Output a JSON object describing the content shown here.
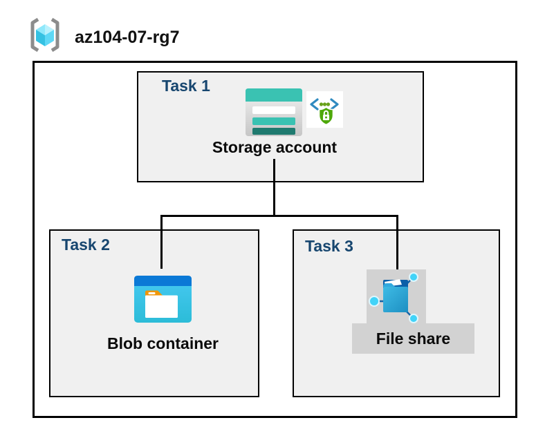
{
  "header": {
    "resource_group_name": "az104-07-rg7"
  },
  "boxes": [
    {
      "label": "Task 1",
      "resource": "Storage account"
    },
    {
      "label": "Task 2",
      "resource": "Blob container"
    },
    {
      "label": "Task 3",
      "resource": "File share"
    }
  ],
  "icons": {
    "resource_group": "resource-group-icon (gray brackets + cyan cube)",
    "storage_account": "storage-account-icon (teal rows card)",
    "secure_access": "code-shield-lock-icon (angle brackets, dots, green shield lock)",
    "blob_container": "blob-container-icon (blue window with folder)",
    "file_share": "file-share-icon (folder with network nodes)"
  },
  "colors": {
    "task_label": "#17466F",
    "box_fill": "#F0F0F0",
    "border": "#000000",
    "teal": "#3AC2B2",
    "teal_dark": "#1F7A6F",
    "azure_blue": "#0B79D6",
    "cyan": "#45C8F1",
    "orange_tab": "#F09609",
    "shield_green": "#4EA80A",
    "node_cyan": "#41D3F8",
    "icon_gray_bg": "#D2D2D2"
  }
}
